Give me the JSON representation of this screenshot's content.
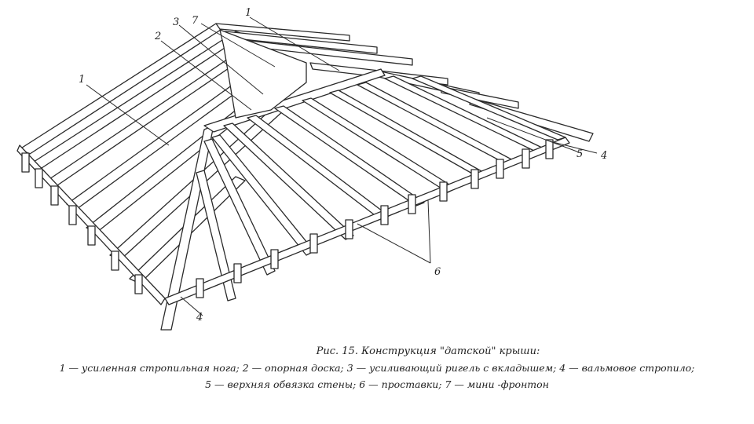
{
  "figure": {
    "callouts": {
      "c1_top": "1",
      "c1_left": "1",
      "c2": "2",
      "c3": "3",
      "c7": "7",
      "c4_right": "4",
      "c5": "5",
      "c6": "6",
      "c4_bottom": "4"
    }
  },
  "caption": {
    "title": "Рис. 15. Конструкция \"датской\" крыши:",
    "legend_line_1": "1 — усиленная стропильная нога; 2 — опорная доска; 3 — усиливающий ригель с вкладышем; 4 — вальмовое стропило;",
    "legend_line_2": "5 — верхняя обвязка стены; 6 — проставки; 7 — мини -фронтон"
  }
}
